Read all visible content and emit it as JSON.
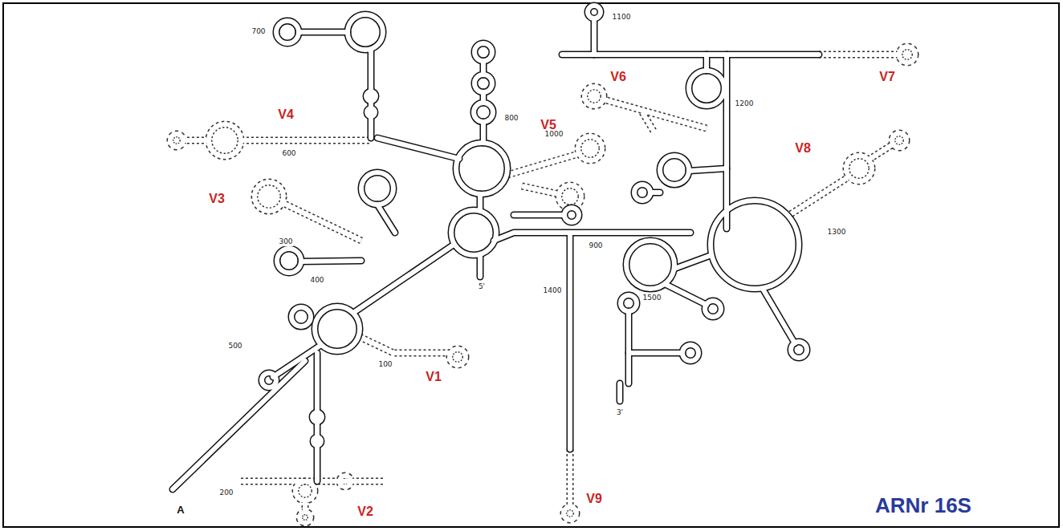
{
  "diagram": {
    "title": "ARNr 16S",
    "labels": [
      "700",
      "V4",
      "600",
      "800",
      "V5",
      "V3",
      "300",
      "400",
      "1100",
      "V7",
      "V6",
      "1200",
      "1000",
      "V8",
      "900",
      "1300",
      "5'",
      "1400",
      "1500",
      "3'",
      "500",
      "100",
      "V1",
      "V9",
      "200",
      "V2",
      "A"
    ]
  }
}
